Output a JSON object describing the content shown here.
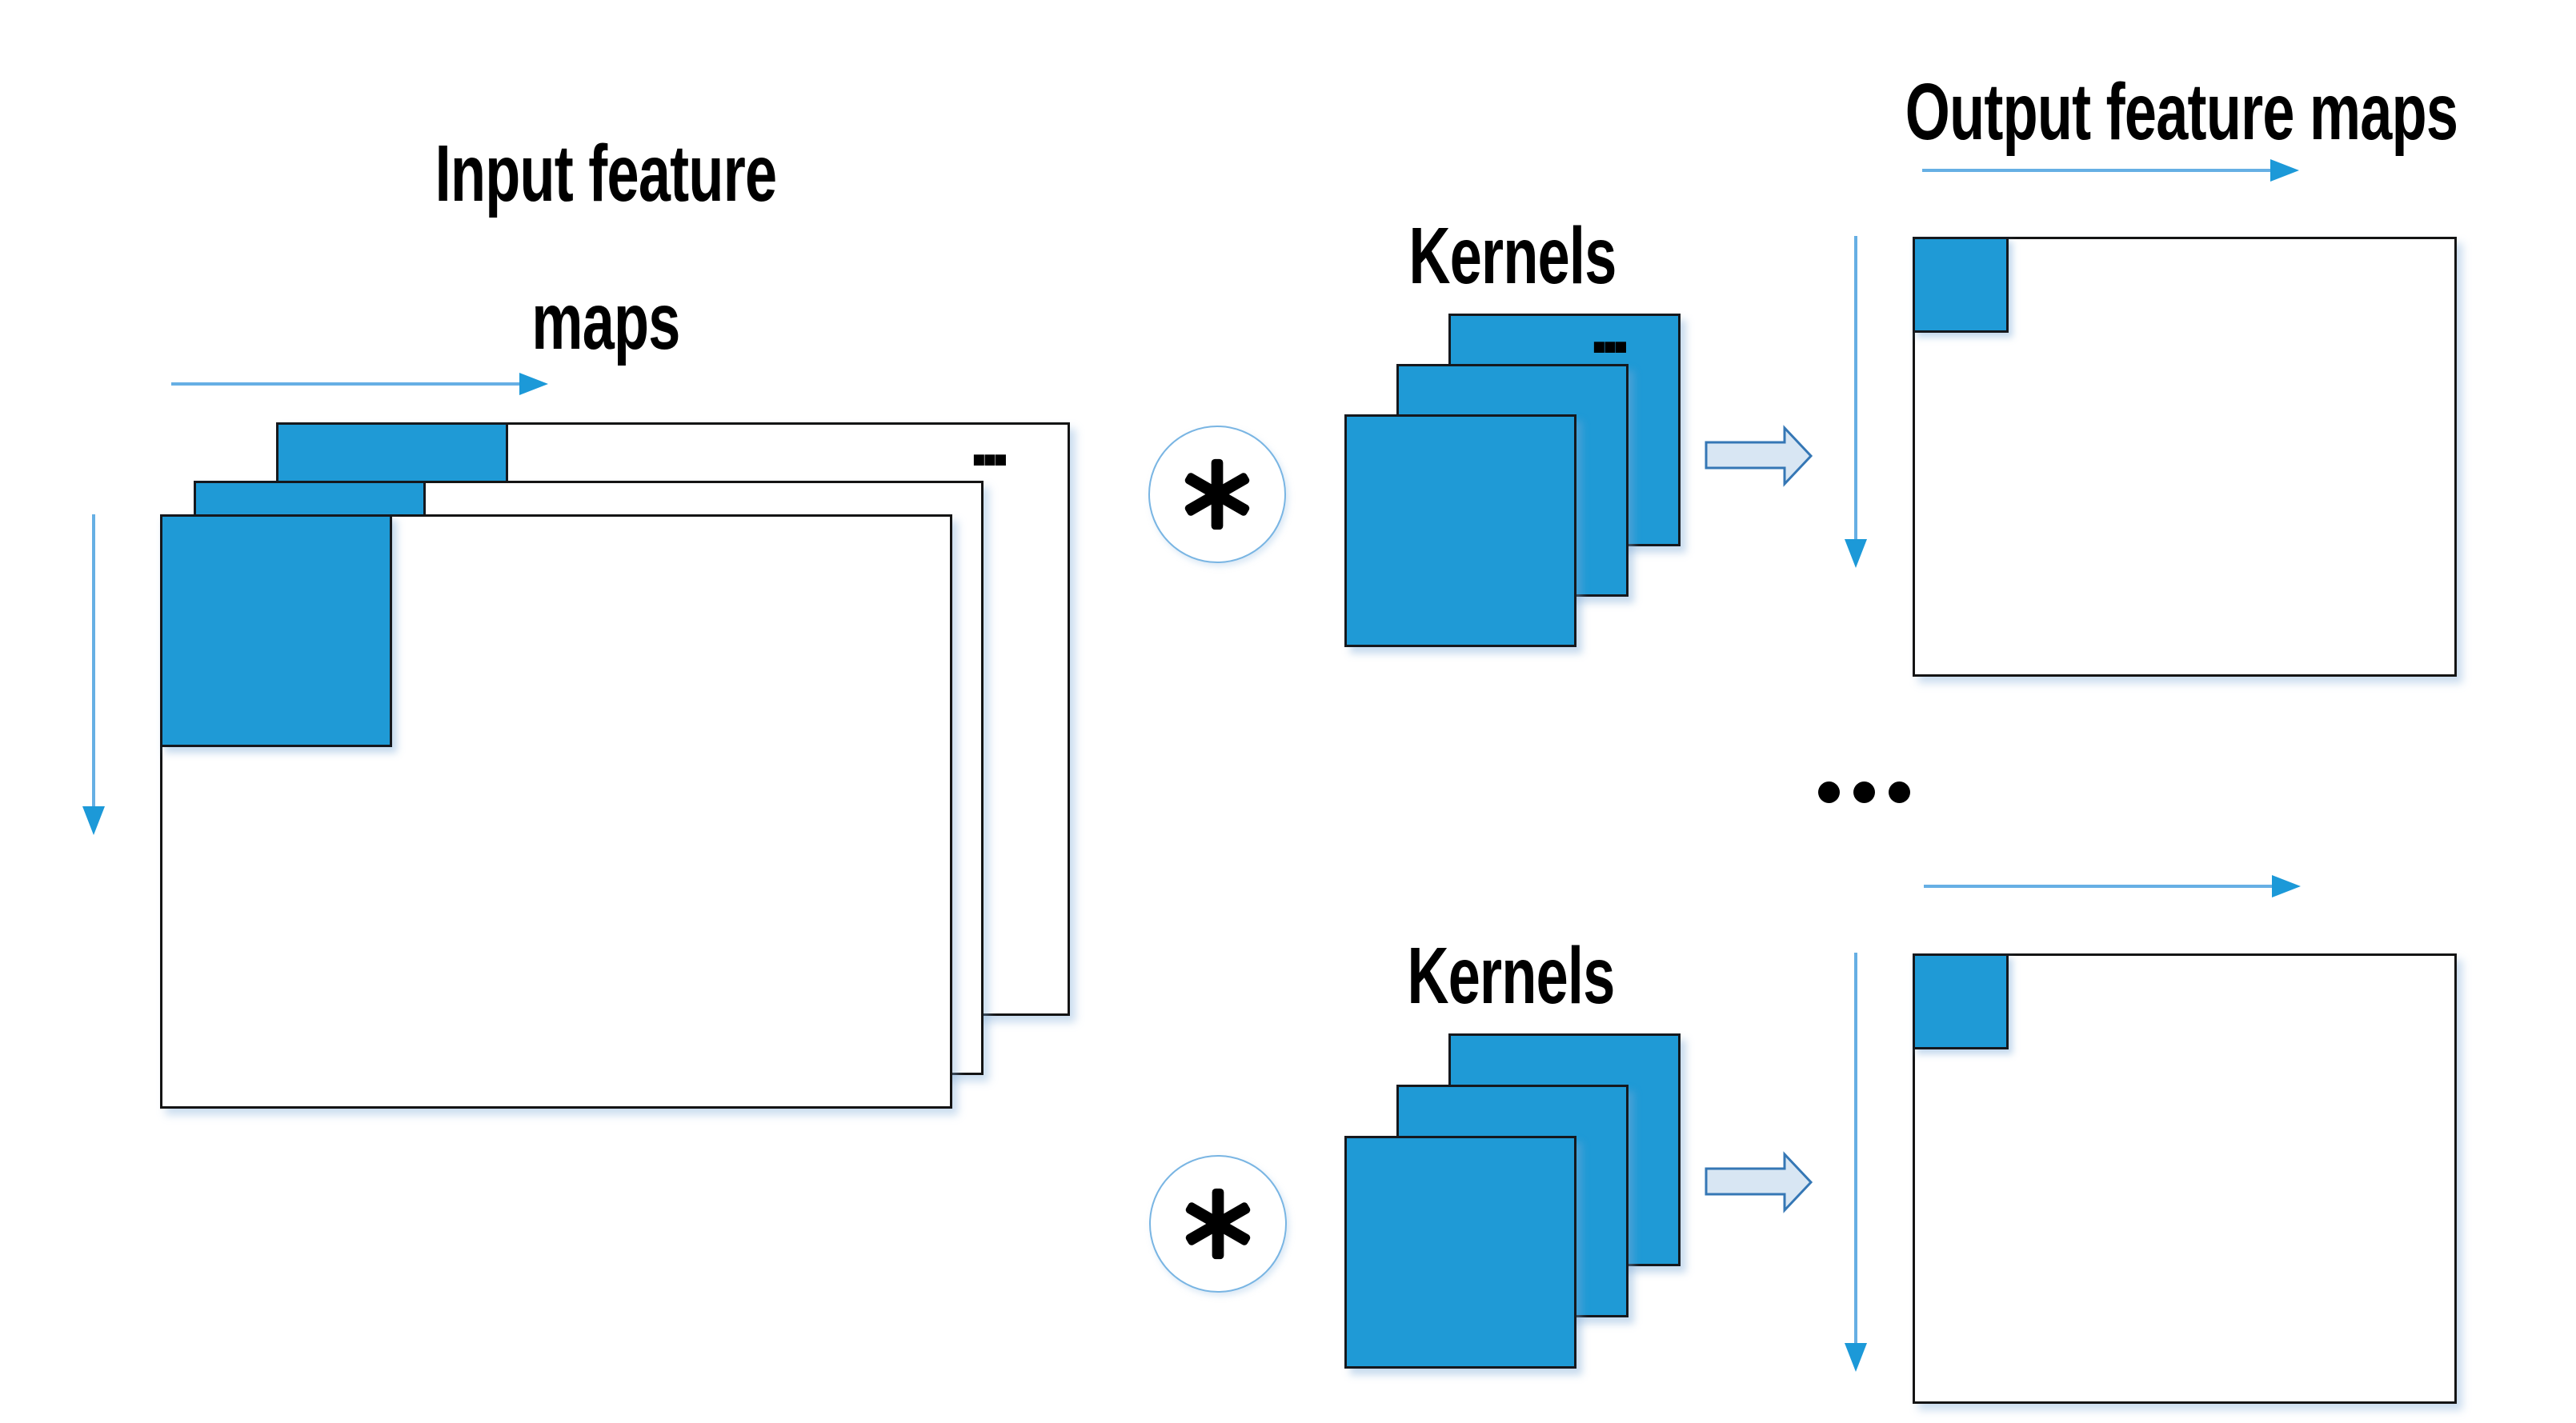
{
  "input_section": {
    "title": "Input feature maps",
    "stack_ellipsis": "..."
  },
  "top_branch": {
    "operator": "*",
    "kernels_title": "Kernels",
    "kernels_ellipsis": "..."
  },
  "bottom_branch": {
    "operator": "*",
    "kernels_title": "Kernels"
  },
  "between_branches_ellipsis": "...",
  "output_section": {
    "title": "Output feature maps"
  },
  "colors": {
    "map_fill": "#1F9AD6",
    "map_border": "#15181D",
    "panel_border": "#141414",
    "arrow_line": "#66AFE4",
    "arrow_head": "#1C99D8",
    "block_fill": "#D8E6F3",
    "block_stroke": "#3577B5",
    "circle_stroke": "#79B5E3",
    "ink": "#000000"
  }
}
